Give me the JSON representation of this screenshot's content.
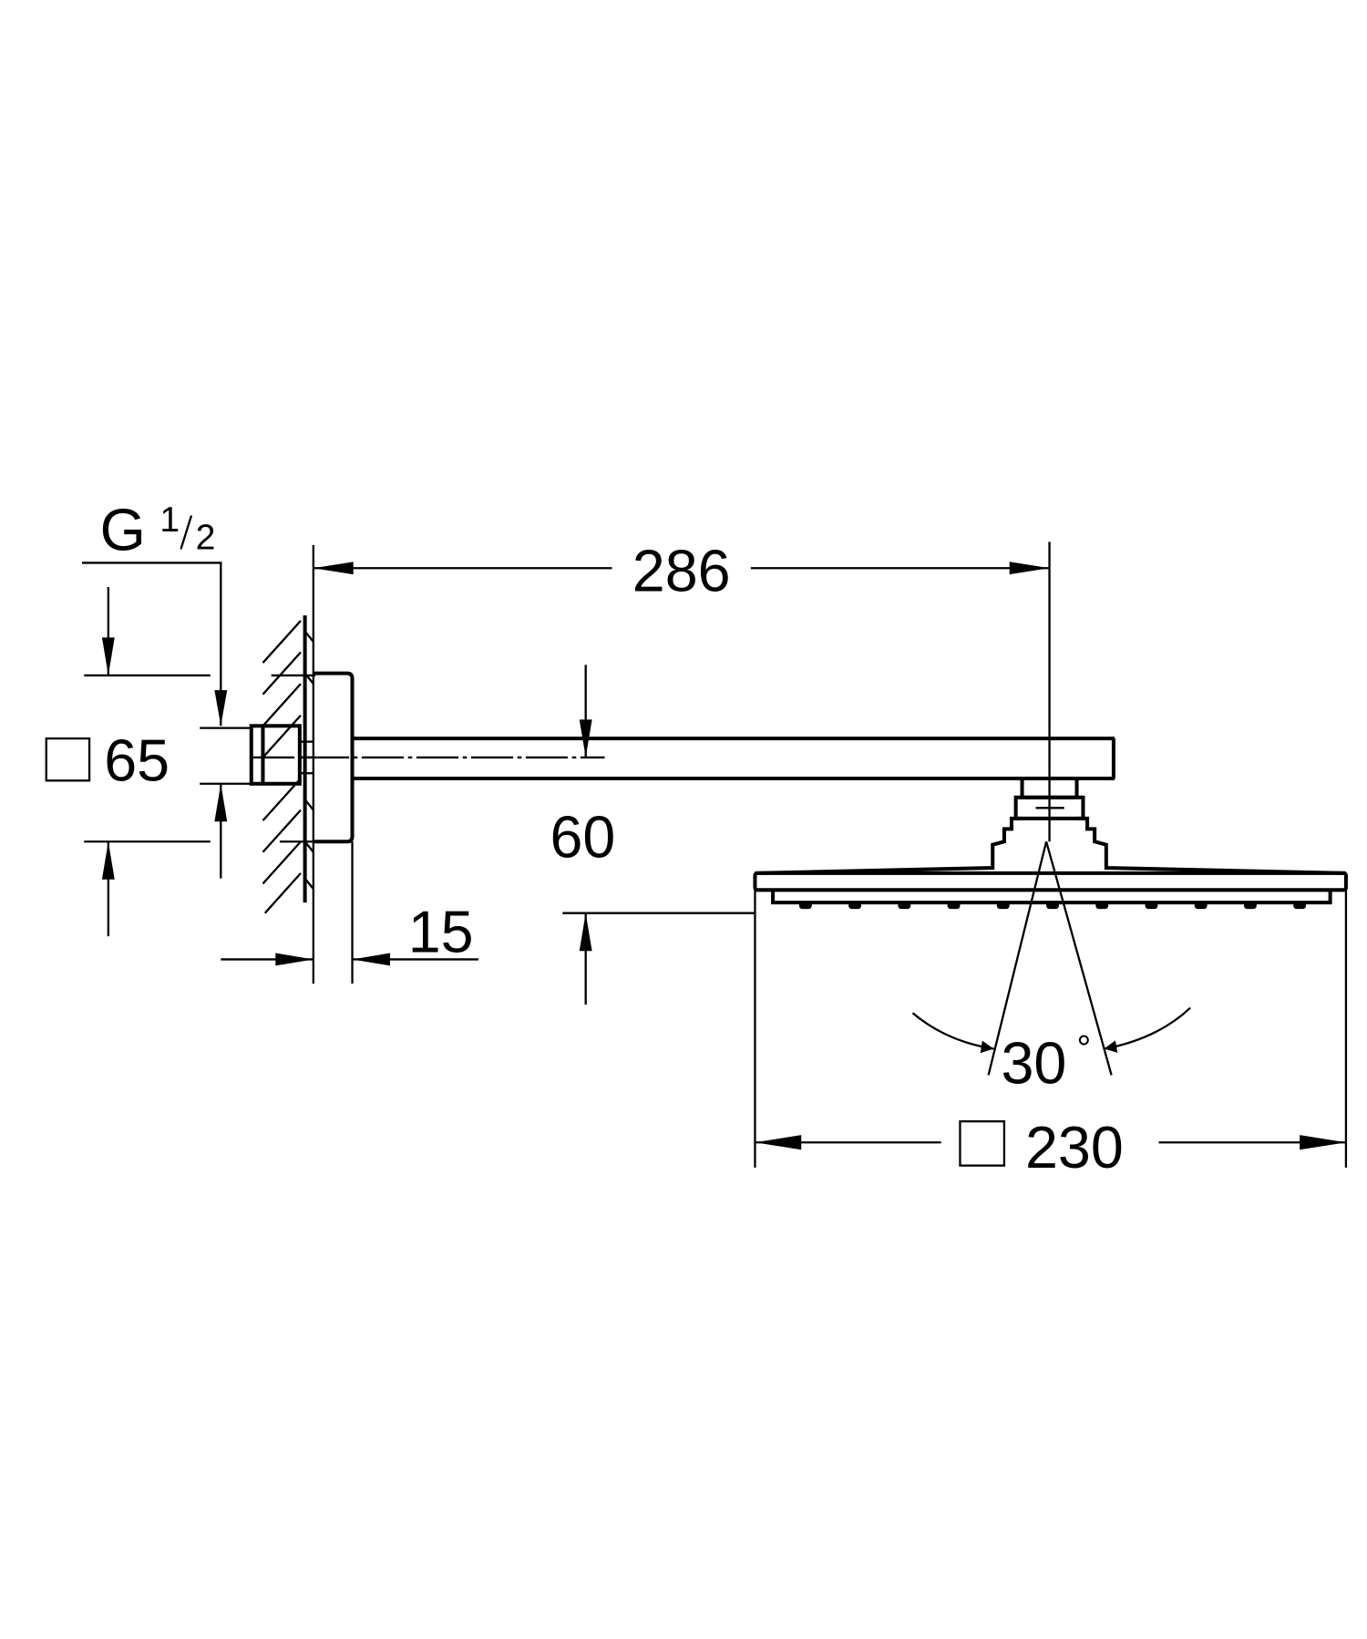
{
  "drawing": {
    "thread_label": {
      "letter": "G",
      "num": "1",
      "den": "2"
    },
    "dimensions": {
      "arm_length": "286",
      "escutcheon_size": "65",
      "head_drop": "60",
      "escutcheon_depth": "15",
      "tilt_angle": "30",
      "degree_sign": "°",
      "head_size": "230"
    },
    "symbols": {
      "square": "square-symbol-icon"
    },
    "colors": {
      "line": "#000000",
      "background": "#ffffff"
    }
  }
}
